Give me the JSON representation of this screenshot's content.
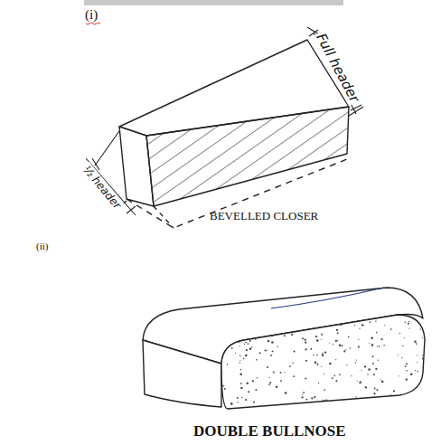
{
  "diagram": {
    "labels": [
      "(i)",
      "Full header",
      "½ header",
      "BEVELLED CLOSER",
      "(ii)",
      "DOUBLE BULLNOSE"
    ]
  }
}
